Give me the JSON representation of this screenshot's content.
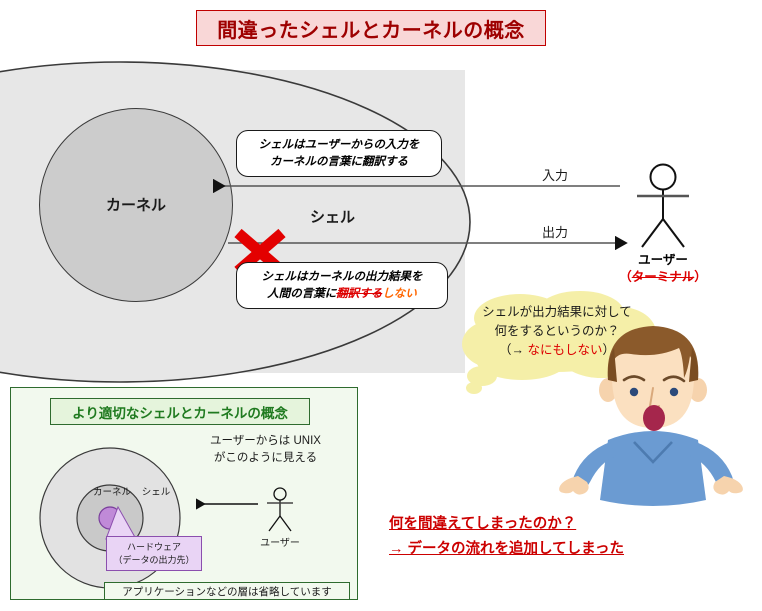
{
  "title": "間違ったシェルとカーネルの概念",
  "top_diagram": {
    "kernel_label": "カーネル",
    "shell_label": "シェル",
    "callout_input": {
      "line1": "シェルはユーザーからの入力を",
      "line2": "カーネルの言葉に翻訳する"
    },
    "callout_output": {
      "line1": "シェルはカーネルの出力結果を",
      "line2_prefix": "人間の言葉に",
      "line2_struck": "翻訳する",
      "line2_suffix": "しない"
    },
    "arrow_input_label": "入力",
    "arrow_output_label": "出力",
    "user_label": "ユーザー",
    "user_sub_open": "（",
    "user_sub_struck": "ターミナル",
    "user_sub_close": "）",
    "x_mark": "red-cross"
  },
  "thought_bubble": {
    "line1": "シェルが出力結果に対して",
    "line2": "何をするというのか？",
    "line3_prefix": "（→ ",
    "line3_red": "なにもしない",
    "line3_suffix": "）"
  },
  "bottom_panel": {
    "title": "より適切なシェルとカーネルの概念",
    "unix_view_note_line1": "ユーザーからは UNIX",
    "unix_view_note_line2": "がこのように見える",
    "kernel_label": "カーネル",
    "shell_label": "シェル",
    "hardware_callout_line1": "ハードウェア",
    "hardware_callout_line2": "（データの出力先）",
    "user_label": "ユーザー",
    "footnote": "アプリケーションなどの層は省略しています"
  },
  "conclusion": {
    "line1": "何を間違えてしまったのか？",
    "line2": "→ データの流れを追加してしまった"
  },
  "colors": {
    "title_text": "#9e0000",
    "title_bg": "#f9d7d7",
    "panel_bg": "#e7e7e7",
    "kernel_fill": "#cccccc",
    "accent_red": "#dd0000",
    "accent_orange": "#ff6600",
    "green": "#1f7a1f",
    "bubble_yellow": "#f5efa8",
    "hardware_purple": "#c08ad8"
  }
}
